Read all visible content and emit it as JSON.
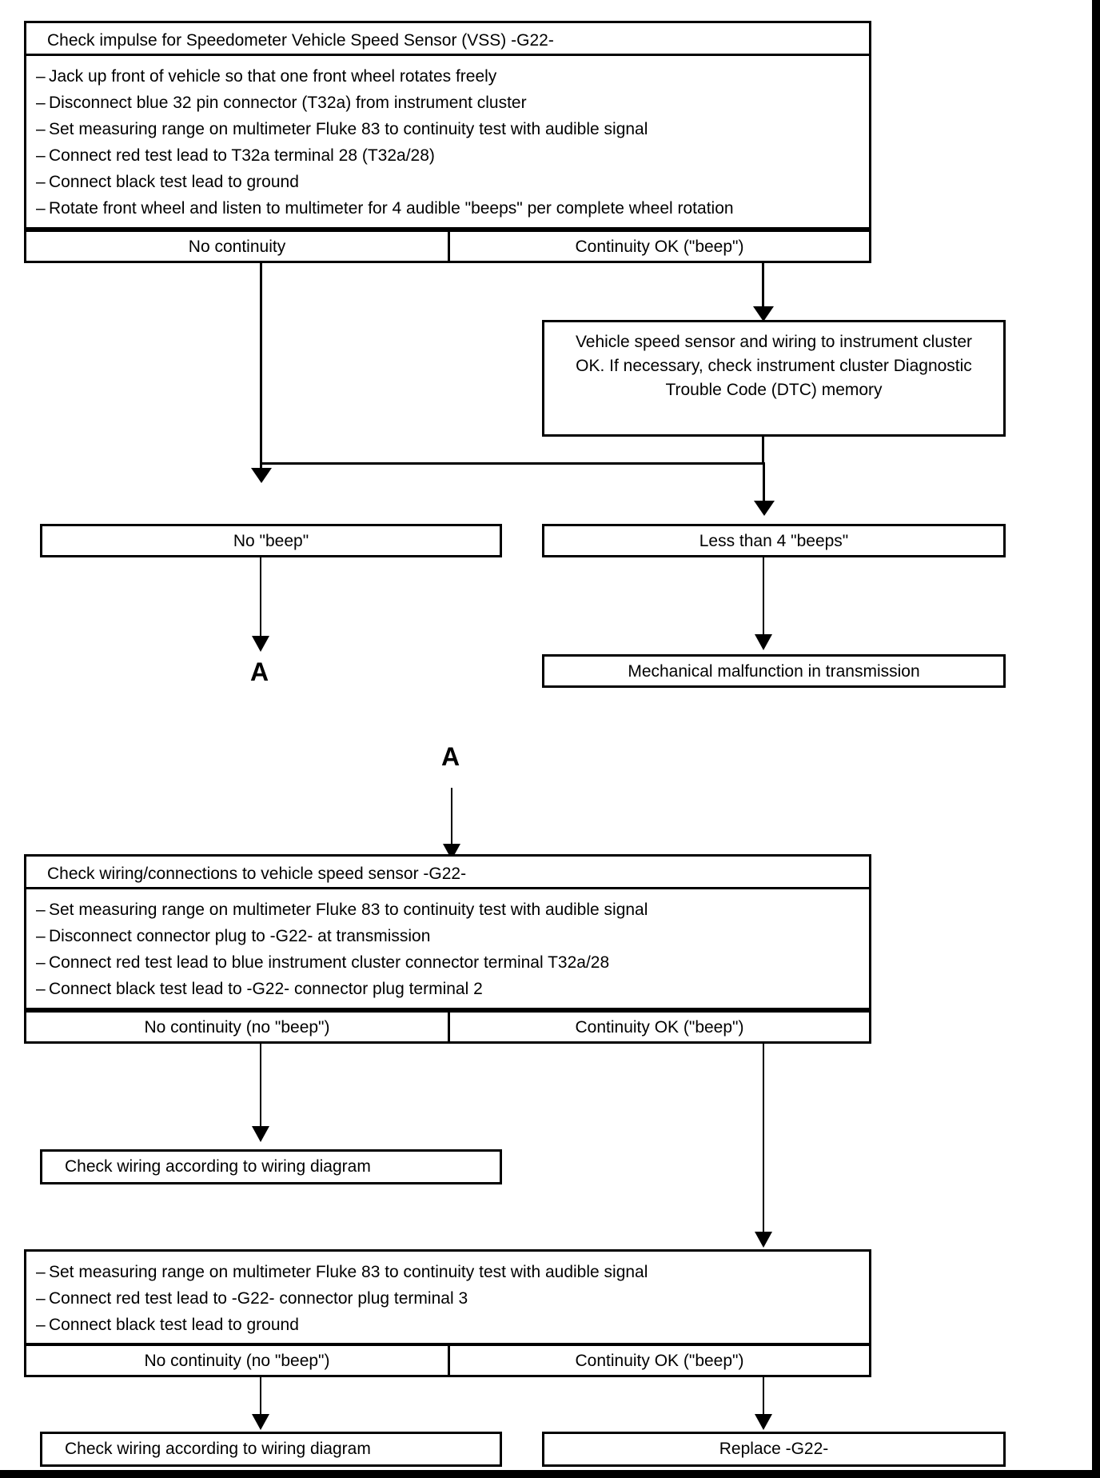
{
  "diagram": {
    "title": "Check impulse for Speedometer Vehicle Speed Sensor (VSS) -G22-",
    "connector_label": "A",
    "block1": {
      "header": "Check impulse for Speedometer Vehicle Speed Sensor (VSS) -G22-",
      "steps": [
        "Jack up front of vehicle so that one front wheel rotates freely",
        "Disconnect blue 32 pin connector (T32a) from instrument cluster",
        "Set measuring range on multimeter Fluke 83 to continuity test with audible signal",
        "Connect red test lead to T32a terminal 28 (T32a/28)",
        "Connect black test lead to ground",
        "Rotate front wheel and listen to multimeter for 4 audible \"beeps\" per complete wheel rotation"
      ],
      "branch_left": "No continuity",
      "branch_right": "Continuity OK (\"beep\")"
    },
    "result_ok": "Vehicle speed sensor and wiring to instrument cluster OK. If necessary, check instrument cluster Diagnostic Trouble Code (DTC) memory",
    "no_beep": "No \"beep\"",
    "less_than_4": "Less than 4 \"beeps\"",
    "mechanical_malfunction": "Mechanical malfunction in transmission",
    "block2": {
      "header": "Check wiring/connections to vehicle speed sensor -G22-",
      "steps": [
        "Set measuring range on multimeter Fluke 83 to continuity test with audible signal",
        "Disconnect connector plug to -G22- at transmission",
        "Connect red test lead to blue instrument cluster connector terminal T32a/28",
        "Connect black test lead to -G22- connector plug terminal 2"
      ],
      "branch_left": "No continuity (no \"beep\")",
      "branch_right": "Continuity OK (\"beep\")"
    },
    "check_wiring_1": "Check wiring according to wiring diagram",
    "block3": {
      "steps": [
        "Set measuring range on multimeter Fluke 83 to continuity test with audible signal",
        "Connect red test lead to -G22- connector plug terminal 3",
        "Connect black test lead to ground"
      ],
      "branch_left": "No continuity (no \"beep\")",
      "branch_right": "Continuity OK (\"beep\")"
    },
    "check_wiring_2": "Check wiring according to wiring diagram",
    "replace_g22": "Replace -G22-",
    "colors": {
      "line": "#000000",
      "background": "#ffffff"
    }
  }
}
